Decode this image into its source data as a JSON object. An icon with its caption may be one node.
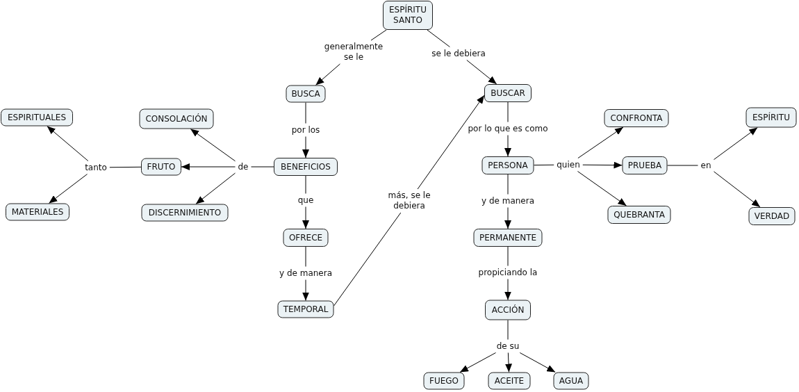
{
  "diagram": {
    "nodes": [
      {
        "text": [
          "ESPÍRITU SANTO"
        ]
      },
      {
        "text": [
          "generalmente se le"
        ]
      },
      {
        "text": [
          "se le debiera"
        ]
      },
      {
        "text": [
          "BUSCA"
        ]
      },
      {
        "text": [
          "BUSCAR"
        ]
      },
      {
        "text": [
          "por los"
        ]
      },
      {
        "text": [
          "por lo que es como"
        ]
      },
      {
        "text": [
          "BENEFICIOS"
        ]
      },
      {
        "text": [
          "de"
        ]
      },
      {
        "text": [
          "FRUTO"
        ]
      },
      {
        "text": [
          "CONSOLACIÓN"
        ]
      },
      {
        "text": [
          "DISCERNIMIENTO"
        ]
      },
      {
        "text": [
          "tanto"
        ]
      },
      {
        "text": [
          "ESPIRITUALES"
        ]
      },
      {
        "text": [
          "MATERIALES"
        ]
      },
      {
        "text": [
          "que"
        ]
      },
      {
        "text": [
          "OFRECE"
        ]
      },
      {
        "text": [
          "y de manera"
        ]
      },
      {
        "text": [
          "TEMPORAL"
        ]
      },
      {
        "text": [
          "más, se le debiera"
        ]
      },
      {
        "text": [
          "PERSONA"
        ]
      },
      {
        "text": [
          "quien"
        ]
      },
      {
        "text": [
          "CONFRONTA"
        ]
      },
      {
        "text": [
          "PRUEBA"
        ]
      },
      {
        "text": [
          "QUEBRANTA"
        ]
      },
      {
        "text": [
          "en"
        ]
      },
      {
        "text": [
          "ESPÍRITU"
        ]
      },
      {
        "text": [
          "VERDAD"
        ]
      },
      {
        "text": [
          "y de manera"
        ]
      },
      {
        "text": [
          "PERMANENTE"
        ]
      },
      {
        "text": [
          "propiciando la"
        ]
      },
      {
        "text": [
          "ACCIÓN"
        ]
      },
      {
        "text": [
          "de su"
        ]
      },
      {
        "text": [
          "FUEGO"
        ]
      },
      {
        "text": [
          "ACEITE"
        ]
      },
      {
        "text": [
          "AGUA"
        ]
      }
    ],
    "edges": [
      {
        "from": 0,
        "to": 1,
        "arrow": "none"
      },
      {
        "from": 1,
        "to": 3,
        "arrow": "to"
      },
      {
        "from": 0,
        "to": 2,
        "arrow": "none"
      },
      {
        "from": 2,
        "to": 4,
        "arrow": "to"
      },
      {
        "from": 3,
        "to": 5,
        "arrow": "none"
      },
      {
        "from": 5,
        "to": 7,
        "arrow": "to"
      },
      {
        "from": 4,
        "to": 6,
        "arrow": "none"
      },
      {
        "from": 6,
        "to": 20,
        "arrow": "to"
      },
      {
        "from": 7,
        "to": 8,
        "arrow": "none"
      },
      {
        "from": 8,
        "to": 9,
        "arrow": "to"
      },
      {
        "from": 8,
        "to": 10,
        "arrow": "to"
      },
      {
        "from": 8,
        "to": 11,
        "arrow": "to"
      },
      {
        "from": 9,
        "to": 12,
        "arrow": "none"
      },
      {
        "from": 12,
        "to": 13,
        "arrow": "to"
      },
      {
        "from": 12,
        "to": 14,
        "arrow": "to"
      },
      {
        "from": 7,
        "to": 15,
        "arrow": "none"
      },
      {
        "from": 15,
        "to": 16,
        "arrow": "to"
      },
      {
        "from": 16,
        "to": 17,
        "arrow": "none"
      },
      {
        "from": 17,
        "to": 18,
        "arrow": "to"
      },
      {
        "from": 18,
        "to": 19,
        "arrow": "none"
      },
      {
        "from": 19,
        "to": 4,
        "arrow": "to"
      },
      {
        "from": 20,
        "to": 21,
        "arrow": "none"
      },
      {
        "from": 21,
        "to": 22,
        "arrow": "to"
      },
      {
        "from": 21,
        "to": 23,
        "arrow": "to"
      },
      {
        "from": 21,
        "to": 24,
        "arrow": "to"
      },
      {
        "from": 23,
        "to": 25,
        "arrow": "none"
      },
      {
        "from": 25,
        "to": 26,
        "arrow": "to"
      },
      {
        "from": 25,
        "to": 27,
        "arrow": "to"
      },
      {
        "from": 20,
        "to": 28,
        "arrow": "none"
      },
      {
        "from": 28,
        "to": 29,
        "arrow": "to"
      },
      {
        "from": 29,
        "to": 30,
        "arrow": "none"
      },
      {
        "from": 30,
        "to": 31,
        "arrow": "to"
      },
      {
        "from": 31,
        "to": 32,
        "arrow": "none"
      },
      {
        "from": 32,
        "to": 33,
        "arrow": "to"
      },
      {
        "from": 32,
        "to": 34,
        "arrow": "to"
      },
      {
        "from": 32,
        "to": 35,
        "arrow": "to"
      }
    ]
  }
}
